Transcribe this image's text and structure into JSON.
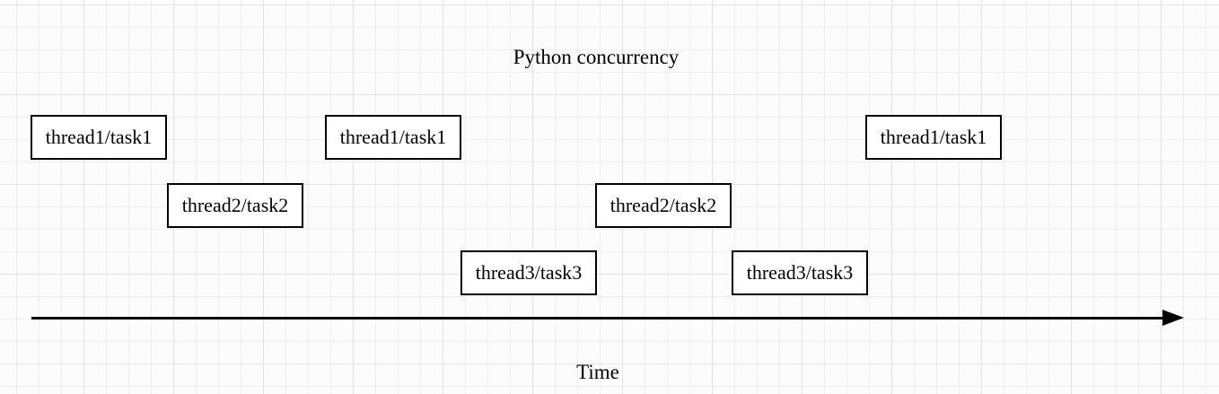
{
  "title": "Python concurrency",
  "time_axis": {
    "label": "Time"
  },
  "threads": [
    "thread1",
    "thread2",
    "thread3"
  ],
  "boxes": [
    {
      "label": "thread1/task1",
      "thread": "thread1",
      "task": "task1",
      "row": 1,
      "order": 1
    },
    {
      "label": "thread2/task2",
      "thread": "thread2",
      "task": "task2",
      "row": 2,
      "order": 2
    },
    {
      "label": "thread1/task1",
      "thread": "thread1",
      "task": "task1",
      "row": 1,
      "order": 3
    },
    {
      "label": "thread3/task3",
      "thread": "thread3",
      "task": "task3",
      "row": 3,
      "order": 4
    },
    {
      "label": "thread2/task2",
      "thread": "thread2",
      "task": "task2",
      "row": 2,
      "order": 5
    },
    {
      "label": "thread3/task3",
      "thread": "thread3",
      "task": "task3",
      "row": 3,
      "order": 6
    },
    {
      "label": "thread1/task1",
      "thread": "thread1",
      "task": "task1",
      "row": 1,
      "order": 7
    }
  ],
  "colors": {
    "background": "#fcfcfc",
    "grid_minor": "#efefef",
    "grid_major": "#e2e2e2",
    "box_fill": "#ffffff",
    "box_border": "#000000",
    "text": "#000000",
    "axis": "#000000"
  }
}
